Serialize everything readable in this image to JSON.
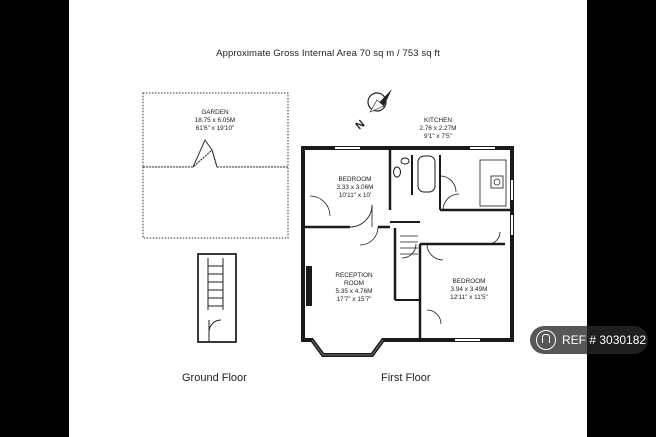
{
  "header": {
    "area_text": "Approximate Gross Internal Area 70 sq m  /  753 sq ft"
  },
  "compass": {
    "label": "N"
  },
  "rooms": {
    "garden": {
      "name": "GARDEN",
      "metric": "18.75 x 6.05M",
      "imperial": "61'6\" x 19'10\""
    },
    "kitchen": {
      "name": "KITCHEN",
      "metric": "2.76 x 2.27M",
      "imperial": "9'1\" x 7'5\""
    },
    "bedroom1": {
      "name": "BEDROOM",
      "metric": "3.33 x 3.06M",
      "imperial": "10'11\" x 10'"
    },
    "reception": {
      "name": "RECEPTION",
      "name2": "ROOM",
      "metric": "5.35 x 4.76M",
      "imperial": "17'7\" x 15'7\""
    },
    "bedroom2": {
      "name": "BEDROOM",
      "metric": "3.94 x 3.49M",
      "imperial": "12'11\" x 11'5\""
    }
  },
  "floors": {
    "ground": "Ground Floor",
    "first": "First Floor"
  },
  "watermark": {
    "text": "REF # 3030182",
    "icon": "ref-logo-icon"
  },
  "colors": {
    "background": "#000000",
    "sheet": "#ffffff",
    "wall": "#222222",
    "ink": "#222222"
  }
}
